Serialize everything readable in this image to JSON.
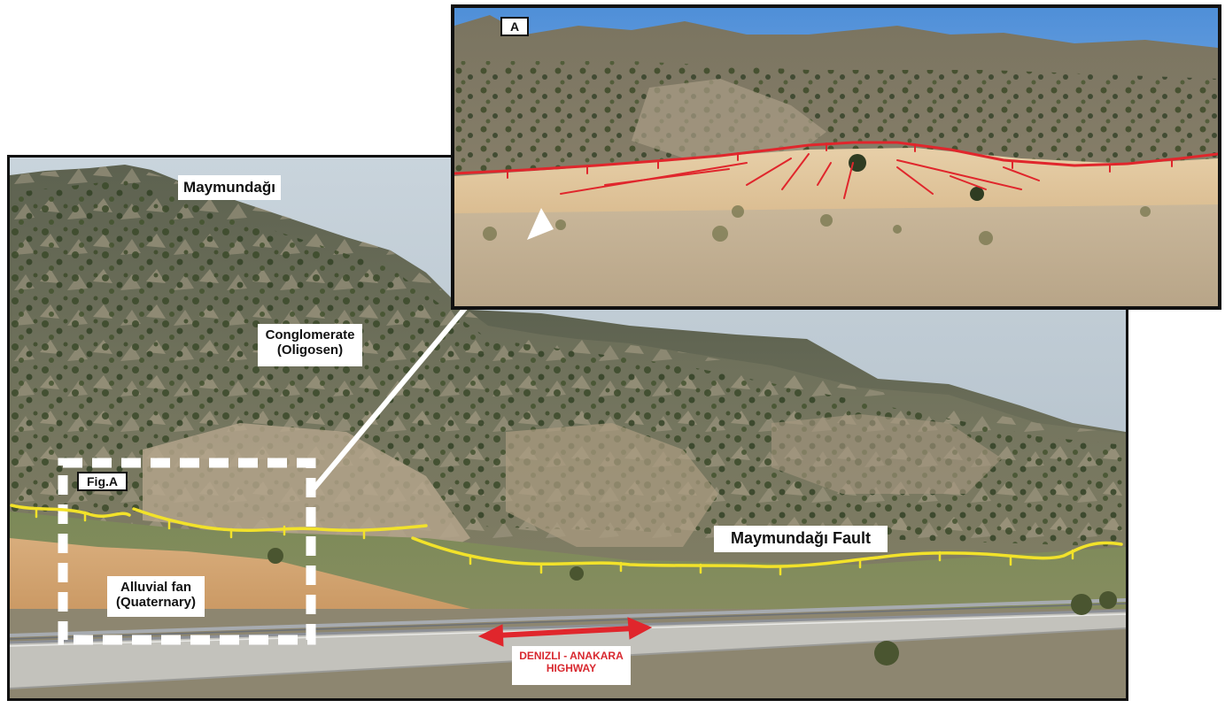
{
  "main_photo": {
    "labels": {
      "mountain": "Maymundağı",
      "conglomerate_line1": "Conglomerate",
      "conglomerate_line2": "(Oligosen)",
      "fig_ref": "Fig.A",
      "fault": "Maymundağı Fault",
      "alluvial_line1": "Alluvial fan",
      "alluvial_line2": "(Quaternary)",
      "highway_line1": "DENIZLI - ANAKARA",
      "highway_line2": "HIGHWAY"
    }
  },
  "inset_photo": {
    "label": "A"
  },
  "colors": {
    "fault_trace": "#f2e22a",
    "inset_fault": "#e0262c",
    "highway_arrow": "#e0262c",
    "pointer_arrow": "#ffffff",
    "frame": "#111111"
  }
}
